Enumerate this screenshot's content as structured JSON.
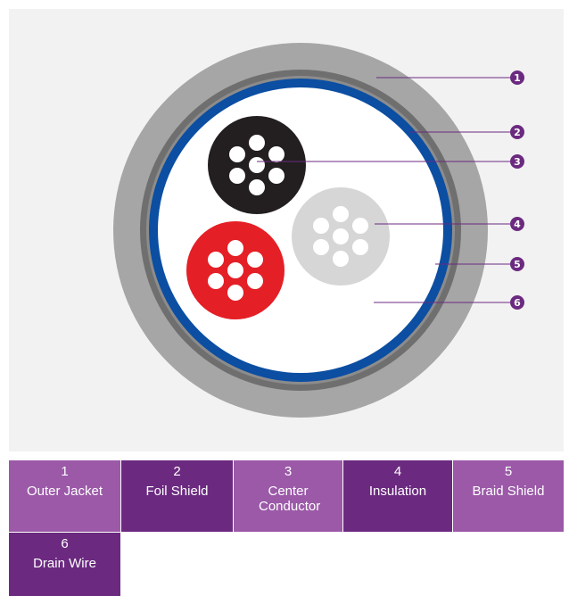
{
  "legend": [
    {
      "number": "1",
      "label": "Outer Jacket"
    },
    {
      "number": "2",
      "label": "Foil Shield"
    },
    {
      "number": "3",
      "label": "Center Conductor"
    },
    {
      "number": "4",
      "label": "Insulation"
    },
    {
      "number": "5",
      "label": "Braid Shield"
    },
    {
      "number": "6",
      "label": "Drain Wire"
    }
  ],
  "callouts": [
    "1",
    "2",
    "3",
    "4",
    "5",
    "6"
  ],
  "colors": {
    "outer_jacket": "#a6a6a6",
    "braid_shield": "#6f6f6f",
    "foil_shield": "#0b4ea2",
    "fill": "#ffffff",
    "conductor_black": "#231f20",
    "conductor_white": "#d6d6d6",
    "conductor_red": "#e41f26",
    "callout": "#6b2a80",
    "legend_light": "#9b59a8",
    "legend_dark": "#6b2a80"
  }
}
